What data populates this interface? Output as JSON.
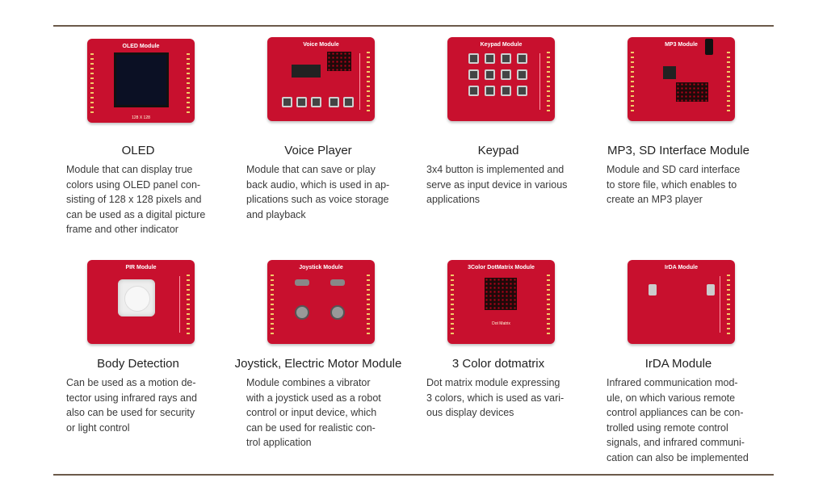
{
  "modules": [
    {
      "board_label": "OLED Module",
      "board_sub": "128 X 128",
      "title": "OLED",
      "desc_lines": [
        "Module that can display true",
        "colors using OLED panel con-",
        "sisting of 128 x 128 pixels and",
        "can be used as a digital picture",
        "frame and other indicator"
      ]
    },
    {
      "board_label": "Voice Module",
      "board_sub": "",
      "title": "Voice Player",
      "desc_lines": [
        "Module that can save or play",
        "back audio, which is used in ap-",
        "plications such as voice storage",
        "and playback"
      ]
    },
    {
      "board_label": "Keypad Module",
      "board_sub": "",
      "title": "Keypad",
      "desc_lines": [
        "3x4 button is implemented and",
        "serve as input device in various",
        "applications"
      ]
    },
    {
      "board_label": "MP3 Module",
      "board_sub": "",
      "title": "MP3, SD Interface Module",
      "desc_lines": [
        "Module and SD card interface",
        "to store file, which enables to",
        "create an MP3 player"
      ]
    },
    {
      "board_label": "PIR Module",
      "board_sub": "",
      "title": "Body Detection",
      "desc_lines": [
        "Can be used as a motion de-",
        "tector using infrared rays and",
        "also can be used for security",
        "or light control"
      ]
    },
    {
      "board_label": "Joystick Module",
      "board_sub": "",
      "title": "Joystick, Electric Motor Module",
      "desc_lines": [
        "Module combines a vibrator",
        "with a joystick used as a robot",
        "control or input device, which",
        "can be used for realistic con-",
        "trol application"
      ]
    },
    {
      "board_label": "3Color DotMatrix Module",
      "board_sub": "Dot Matrix",
      "title": "3 Color dotmatrix",
      "desc_lines": [
        "Dot matrix module expressing",
        "3 colors, which is used as vari-",
        "ous display devices"
      ]
    },
    {
      "board_label": "IrDA Module",
      "board_sub": "",
      "title": "IrDA Module",
      "desc_lines": [
        "Infrared communication mod-",
        "ule, on which various remote",
        "control appliances can be con-",
        "trolled using remote control",
        "signals, and infrared communi-",
        "cation can also be implemented"
      ]
    }
  ],
  "colors": {
    "board": "#c8102e",
    "rule": "#6b5a4a"
  }
}
